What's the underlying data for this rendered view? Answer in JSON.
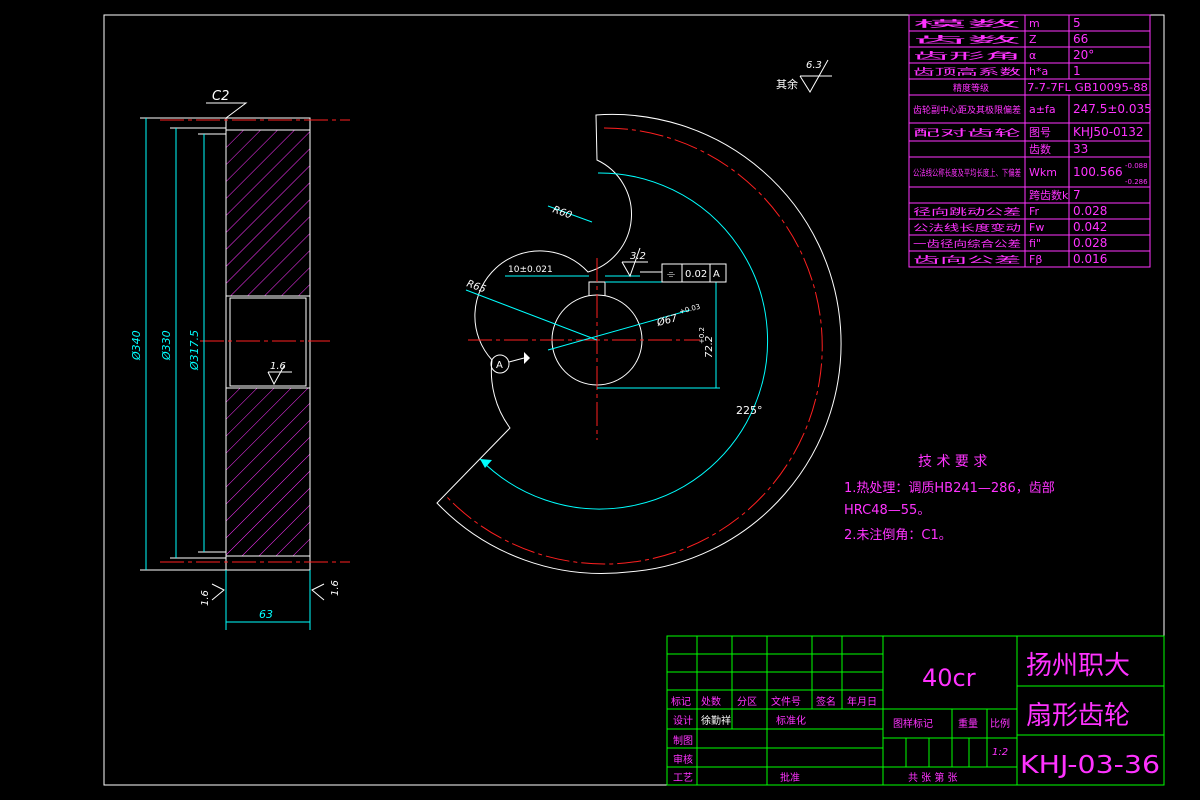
{
  "colors": {
    "background": "#000000",
    "border": "#ffffff",
    "table_grid": "#00ff00",
    "text_magenta": "#ff33ff",
    "dimension_cyan": "#00ffff",
    "centerline_red": "#ff2020",
    "hatch": "#ff33ff"
  },
  "param_table": {
    "rows": [
      {
        "label": "模数",
        "sym": "m",
        "val": "5"
      },
      {
        "label": "齿数",
        "sym": "Z",
        "val": "66"
      },
      {
        "label": "齿形角",
        "sym": "α",
        "val": "20°"
      },
      {
        "label": "齿顶高系数",
        "sym": "h*a",
        "val": "1"
      },
      {
        "label": "精度等级",
        "full": "7-7-7FL GB10095-88"
      },
      {
        "label": "齿轮副中心距及其极限偏差",
        "sym": "a±fa",
        "val": "247.5±0.035"
      },
      {
        "label": "配对齿轮",
        "sym": "图号",
        "val": "KHJ50-0132"
      },
      {
        "label": "",
        "sym": "齿数",
        "val": "33"
      },
      {
        "label": "公法线公称长度及平均长度上、下偏差",
        "sym": "Wkm",
        "val": "100.566",
        "sup": "-0.088",
        "sub": "-0.286"
      },
      {
        "label": "",
        "sym": "跨齿数k",
        "val": "7"
      },
      {
        "label": "径向跳动公差",
        "sym": "Fr",
        "val": "0.028"
      },
      {
        "label": "公法线长度变动",
        "sym": "Fw",
        "val": "0.042"
      },
      {
        "label": "一齿径向综合公差",
        "sym": "fi\"",
        "val": "0.028"
      },
      {
        "label": "齿向公差",
        "sym": "Fβ",
        "val": "0.016"
      }
    ]
  },
  "roughness_note": {
    "label": "其余",
    "value": "6.3"
  },
  "side_view": {
    "chamfer": "C2",
    "dims": [
      "Ø340",
      "Ø330",
      "Ø317.5"
    ],
    "roughness_bore": "1.6",
    "roughness_left": "1.6",
    "roughness_right": "1.6",
    "width": "63"
  },
  "front_view": {
    "R60": "R60",
    "R65": "R65",
    "keyway_width": "10±0.021",
    "roughness_key": "3.2",
    "flatness_frame": [
      "⌯",
      "0.02",
      "A"
    ],
    "bore": "Ø67",
    "bore_tol": "+0.03",
    "keyway_depth": "72.2",
    "keyway_tol": "+0.2",
    "angle": "225°",
    "datum": "A"
  },
  "tech_req": {
    "title": "技 术 要 求",
    "lines": [
      "1.热处理：调质HB241—286，齿部",
      "HRC48—55。",
      "2.未注倒角：C1。"
    ]
  },
  "title_block": {
    "material": "40cr",
    "school": "扬州职大",
    "part_name": "扇形齿轮",
    "drawing_no": "KHJ-03-36",
    "header_cells": [
      "标记",
      "处数",
      "分区",
      "文件号",
      "签名",
      "年月日"
    ],
    "row_labels": [
      "设计",
      "制图",
      "审核",
      "工艺"
    ],
    "designer": "徐勤祥",
    "std_label": "标准化",
    "approve_label": "批准",
    "stage_label": "图样标记",
    "weight_label": "重量",
    "scale_label": "比例",
    "scale_value": "1:2",
    "sheet_label": "共  张  第  张"
  }
}
